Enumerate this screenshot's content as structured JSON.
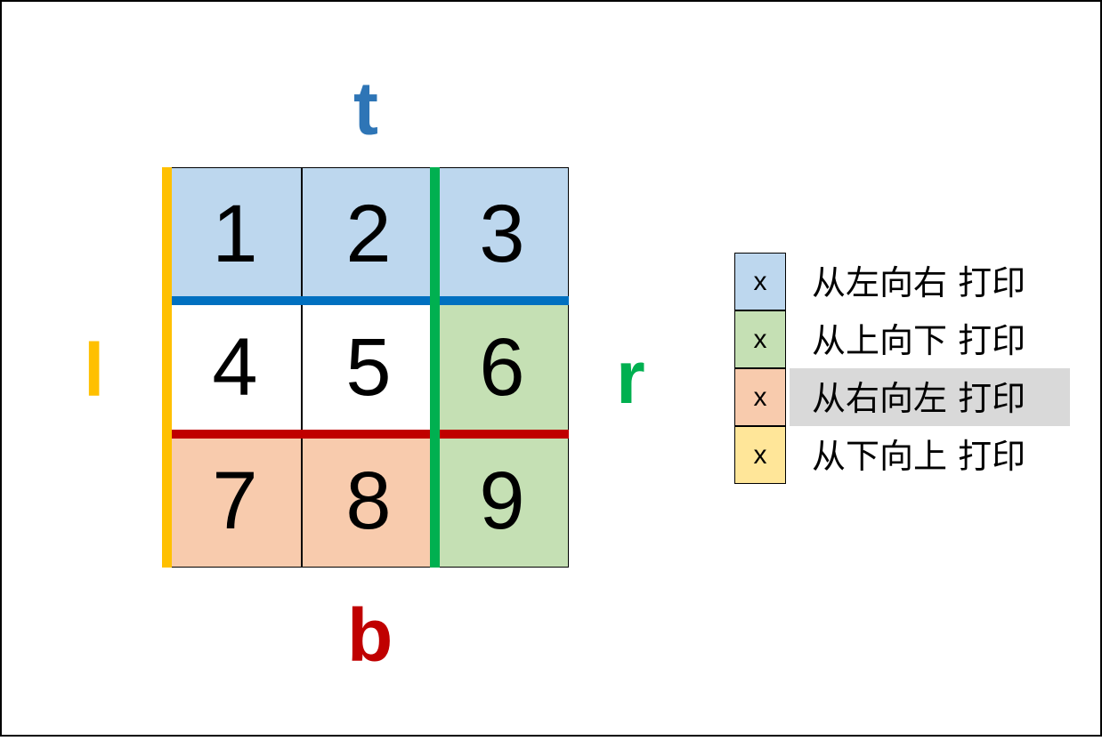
{
  "matrix": {
    "cells": [
      {
        "value": "1",
        "fill": "#bdd7ee"
      },
      {
        "value": "2",
        "fill": "#bdd7ee"
      },
      {
        "value": "3",
        "fill": "#bdd7ee"
      },
      {
        "value": "4",
        "fill": "#ffffff"
      },
      {
        "value": "5",
        "fill": "#ffffff"
      },
      {
        "value": "6",
        "fill": "#c5e0b4"
      },
      {
        "value": "7",
        "fill": "#f8cbad"
      },
      {
        "value": "8",
        "fill": "#f8cbad"
      },
      {
        "value": "9",
        "fill": "#c5e0b4"
      }
    ]
  },
  "boundaries": {
    "top": {
      "label": "t",
      "color": "#2e75b6"
    },
    "bottom": {
      "label": "b",
      "color": "#c00000"
    },
    "left": {
      "label": "l",
      "color": "#ffc000"
    },
    "right": {
      "label": "r",
      "color": "#00b050"
    }
  },
  "line_colors": {
    "top": "#0070c0",
    "bottom": "#c00000",
    "left": "#ffc000",
    "right": "#00b050"
  },
  "legend": {
    "items": [
      {
        "marker": "x",
        "text": "从左向右 打印",
        "fill": "#bdd7ee",
        "highlighted": false
      },
      {
        "marker": "x",
        "text": "从上向下 打印",
        "fill": "#c5e0b4",
        "highlighted": false
      },
      {
        "marker": "x",
        "text": "从右向左 打印",
        "fill": "#f8cbad",
        "highlighted": true
      },
      {
        "marker": "x",
        "text": "从下向上 打印",
        "fill": "#ffe699",
        "highlighted": false
      }
    ]
  }
}
